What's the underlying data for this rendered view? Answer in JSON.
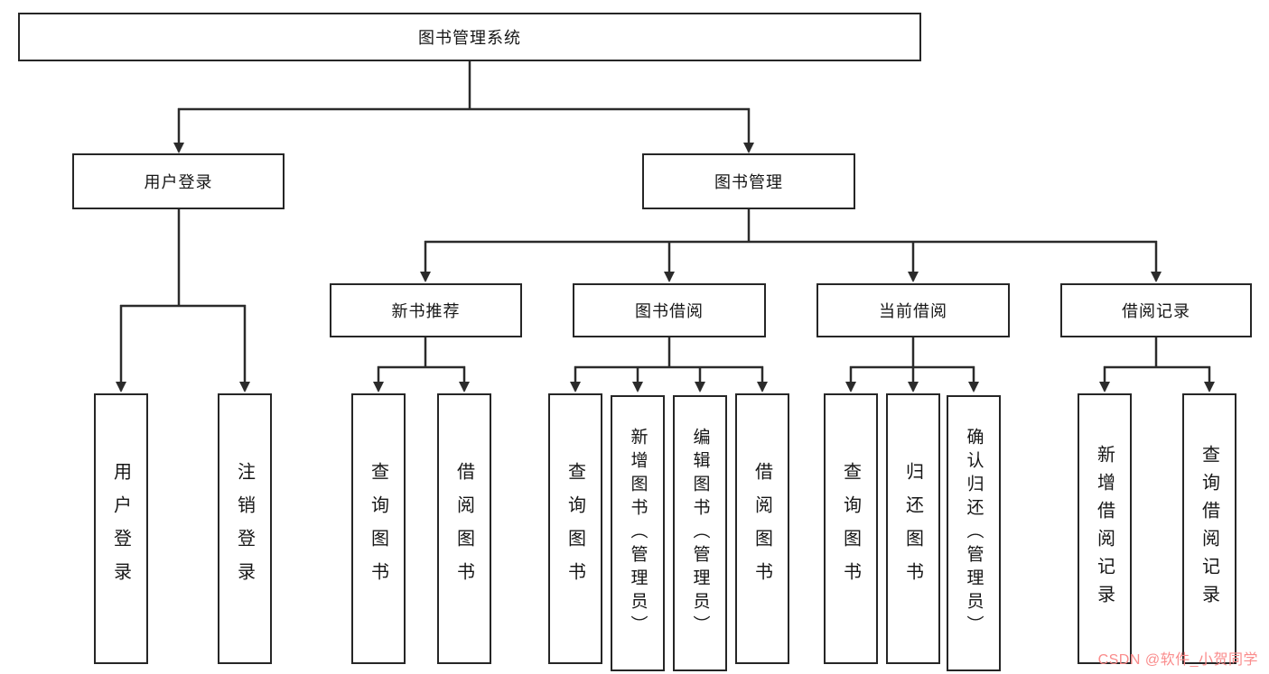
{
  "diagram": {
    "root": {
      "label": "图书管理系统"
    },
    "branches": [
      {
        "label": "用户登录",
        "children": [
          {
            "label": "用户登录"
          },
          {
            "label": "注销登录"
          }
        ]
      },
      {
        "label": "图书管理",
        "groups": [
          {
            "label": "新书推荐",
            "children": [
              {
                "label": "查询图书"
              },
              {
                "label": "借阅图书"
              }
            ]
          },
          {
            "label": "图书借阅",
            "children": [
              {
                "label": "查询图书"
              },
              {
                "label": "新增图书（管理员）"
              },
              {
                "label": "编辑图书（管理员）"
              },
              {
                "label": "借阅图书"
              }
            ]
          },
          {
            "label": "当前借阅",
            "children": [
              {
                "label": "查询图书"
              },
              {
                "label": "归还图书"
              },
              {
                "label": "确认归还（管理员）"
              }
            ]
          },
          {
            "label": "借阅记录",
            "children": [
              {
                "label": "新增借阅记录"
              },
              {
                "label": "查询借阅记录"
              }
            ]
          }
        ]
      }
    ]
  },
  "watermark": {
    "text": "CSDN @软件_小贺同学",
    "color": "#fa8c8c"
  },
  "colors": {
    "line": "#2b2b2b",
    "border": "#262626",
    "background": "#ffffff"
  }
}
